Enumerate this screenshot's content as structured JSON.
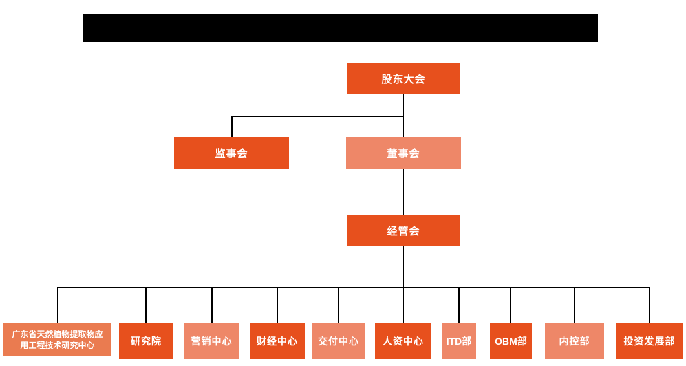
{
  "title_bar": {
    "redacted": true,
    "note_color": "#000000"
  },
  "org_chart": {
    "palette": {
      "dark_orange": "#E7501D",
      "light_salmon": "#EE8768",
      "medium_orange": "#EA7B50",
      "connector_line": "#000000",
      "text": "#FFFFFF",
      "background": "#FFFFFF"
    },
    "root": {
      "label": "股东大会"
    },
    "level2": [
      {
        "label": "监事会",
        "variant": "dark"
      },
      {
        "label": "董事会",
        "variant": "light"
      }
    ],
    "level3": {
      "label": "经管会",
      "variant": "dark"
    },
    "departments": [
      {
        "label": "广东省天然植物提取物应用工程技术研究中心",
        "lines": [
          "广东省天然植物提取物应",
          "用工程技术研究中心"
        ],
        "variant": "medium"
      },
      {
        "label": "研究院",
        "variant": "dark"
      },
      {
        "label": "营销中心",
        "variant": "light"
      },
      {
        "label": "财经中心",
        "variant": "dark"
      },
      {
        "label": "交付中心",
        "variant": "light"
      },
      {
        "label": "人资中心",
        "variant": "dark"
      },
      {
        "label": "ITD部",
        "variant": "light"
      },
      {
        "label": "OBM部",
        "variant": "dark"
      },
      {
        "label": "内控部",
        "variant": "light"
      },
      {
        "label": "投资发展部",
        "variant": "dark"
      }
    ]
  }
}
